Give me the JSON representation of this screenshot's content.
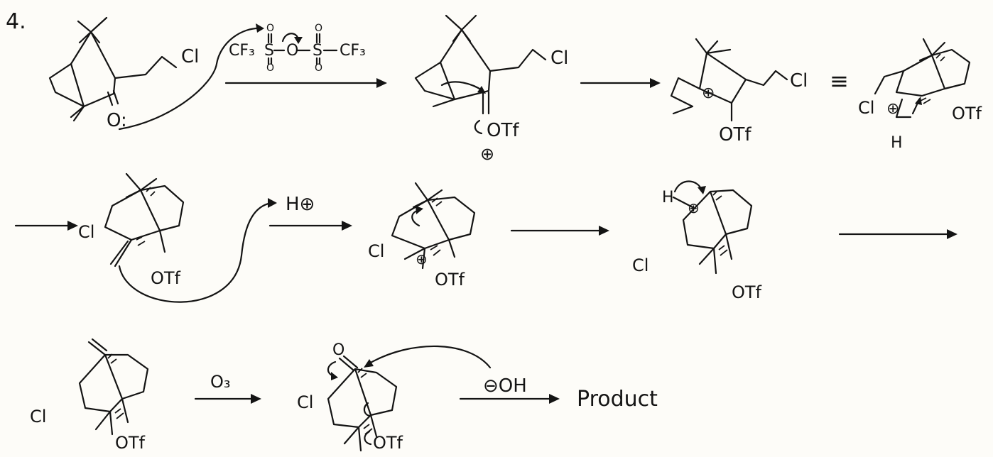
{
  "problem_number": "4.",
  "labels": {
    "cl": "Cl",
    "o_lone_pair": "O:",
    "o_carbonyl": "O",
    "otf": "OTf",
    "h": "H",
    "plus": "⊕",
    "h_plus": "H⊕",
    "equivalent": "≡",
    "ozone": "O₃",
    "hydroxide": "⊖OH",
    "product": "Product"
  },
  "reagent": {
    "tf2o_left": "CF₃",
    "tf2o_s1": "S",
    "tf2o_o": "O",
    "tf2o_s2": "S",
    "tf2o_right": "CF₃",
    "sulfonyl_o": "O"
  },
  "colors": {
    "ink": "#141414",
    "paper": "#fdfcf8"
  },
  "icons": [
    "reaction-arrow",
    "curved-arrow",
    "plus-charge-icon",
    "minus-charge-icon"
  ]
}
